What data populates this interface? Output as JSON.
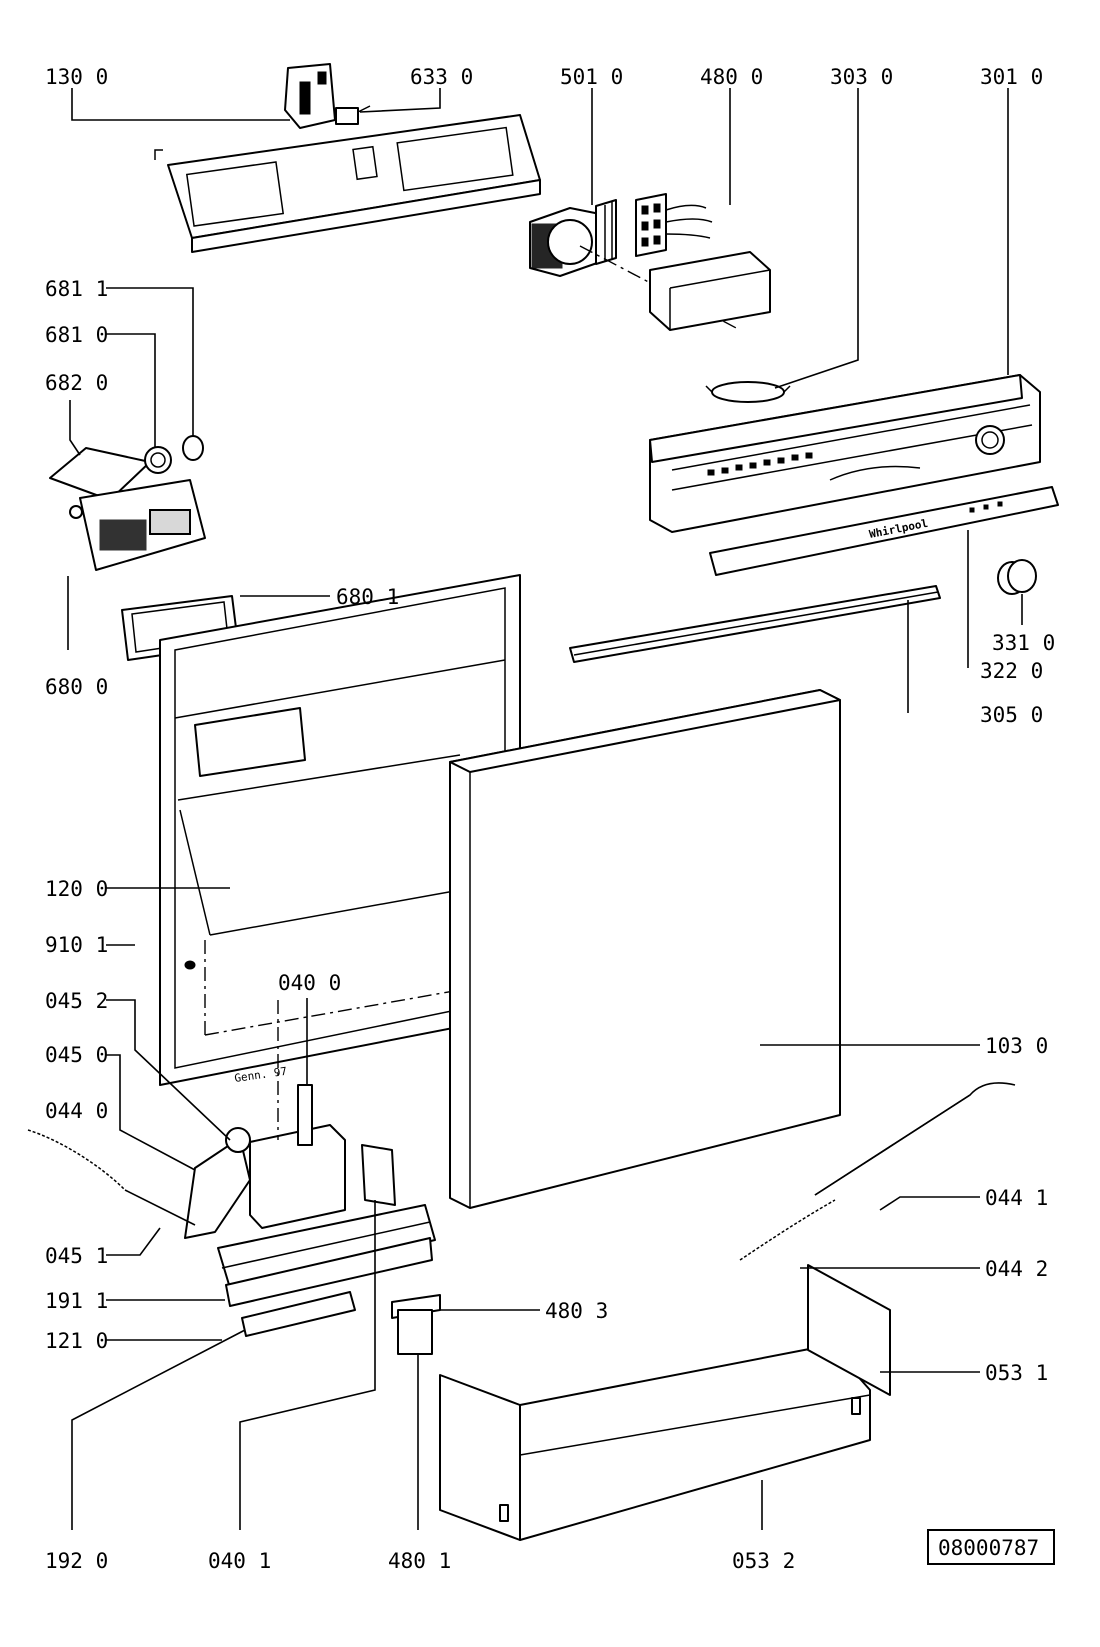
{
  "callouts": [
    {
      "key": "c1300",
      "text": "130 0"
    },
    {
      "key": "c6330",
      "text": "633 0"
    },
    {
      "key": "c5010",
      "text": "501 0"
    },
    {
      "key": "c4800",
      "text": "480 0"
    },
    {
      "key": "c3030",
      "text": "303 0"
    },
    {
      "key": "c3010",
      "text": "301 0"
    },
    {
      "key": "c6811",
      "text": "681 1"
    },
    {
      "key": "c6810",
      "text": "681 0"
    },
    {
      "key": "c6820",
      "text": "682 0"
    },
    {
      "key": "c6801",
      "text": "680 1"
    },
    {
      "key": "c6800",
      "text": "680 0"
    },
    {
      "key": "c3310",
      "text": "331 0"
    },
    {
      "key": "c3220",
      "text": "322 0"
    },
    {
      "key": "c3050",
      "text": "305 0"
    },
    {
      "key": "c1200",
      "text": "120 0"
    },
    {
      "key": "c9101",
      "text": "910 1"
    },
    {
      "key": "c0400",
      "text": "040 0"
    },
    {
      "key": "c0452",
      "text": "045 2"
    },
    {
      "key": "c0450",
      "text": "045 0"
    },
    {
      "key": "c0440",
      "text": "044 0"
    },
    {
      "key": "c1030",
      "text": "103 0"
    },
    {
      "key": "c0441",
      "text": "044 1"
    },
    {
      "key": "c0451",
      "text": "045 1"
    },
    {
      "key": "c0442",
      "text": "044 2"
    },
    {
      "key": "c1911",
      "text": "191 1"
    },
    {
      "key": "c4803",
      "text": "480 3"
    },
    {
      "key": "c1210",
      "text": "121 0"
    },
    {
      "key": "c0531",
      "text": "053 1"
    },
    {
      "key": "c1920",
      "text": "192 0"
    },
    {
      "key": "c0401",
      "text": "040 1"
    },
    {
      "key": "c4801",
      "text": "480 1"
    },
    {
      "key": "c0532",
      "text": "053 2"
    }
  ],
  "drawing_number": "08000787",
  "brand_mark": "Whirlpool",
  "date_note": "Genn. 97"
}
